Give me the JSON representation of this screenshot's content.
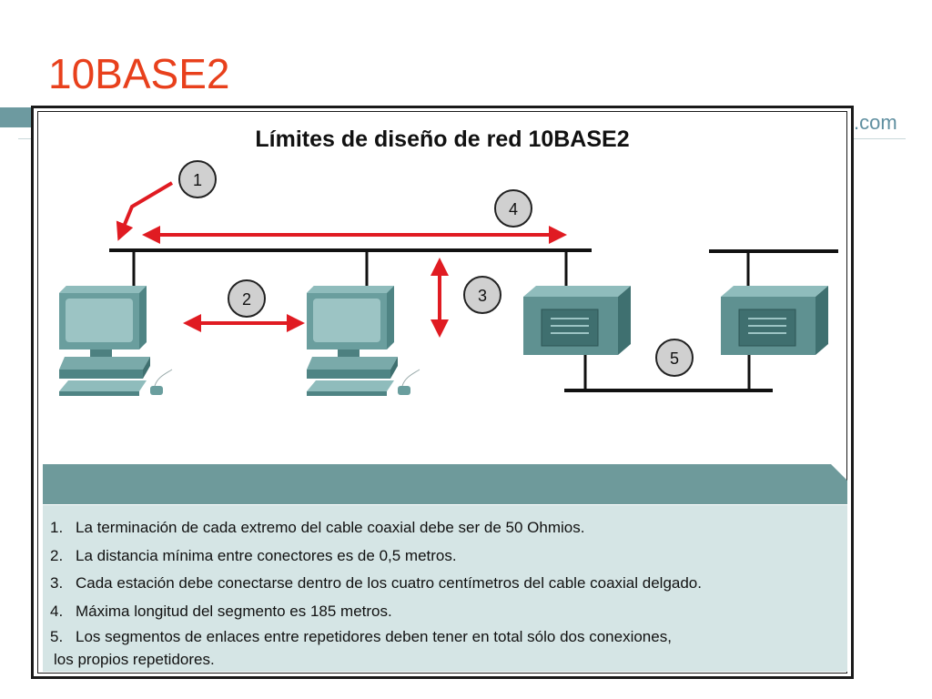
{
  "slide": {
    "title": "10BASE2",
    "brand_fragment": ".com"
  },
  "diagram": {
    "title": "Límites de diseño de red 10BASE2",
    "callouts": [
      "1",
      "2",
      "3",
      "4",
      "5"
    ],
    "nodes": [
      {
        "id": "pc-1",
        "icon": "workstation-icon"
      },
      {
        "id": "pc-2",
        "icon": "workstation-icon"
      },
      {
        "id": "repeater-1",
        "icon": "repeater-icon"
      },
      {
        "id": "repeater-2",
        "icon": "repeater-icon"
      }
    ],
    "colors": {
      "arrow": "#e01b22",
      "device": "#5f9191",
      "callout_fill": "#d0d0d0",
      "cable": "#111111"
    }
  },
  "notes": {
    "items": [
      {
        "num": "1.",
        "text": "La terminación de cada extremo del cable coaxial debe ser de 50 Ohmios."
      },
      {
        "num": "2.",
        "text": "La distancia mínima entre conectores es de 0,5 metros."
      },
      {
        "num": "3.",
        "text": "Cada estación debe conectarse dentro de los cuatro centímetros del cable coaxial delgado."
      },
      {
        "num": "4.",
        "text": "Máxima longitud del segmento es 185 metros."
      },
      {
        "num": "5.",
        "text": "Los segmentos de enlaces entre repetidores deben tener en total sólo dos conexiones,"
      }
    ],
    "continuation": "los propios repetidores."
  }
}
